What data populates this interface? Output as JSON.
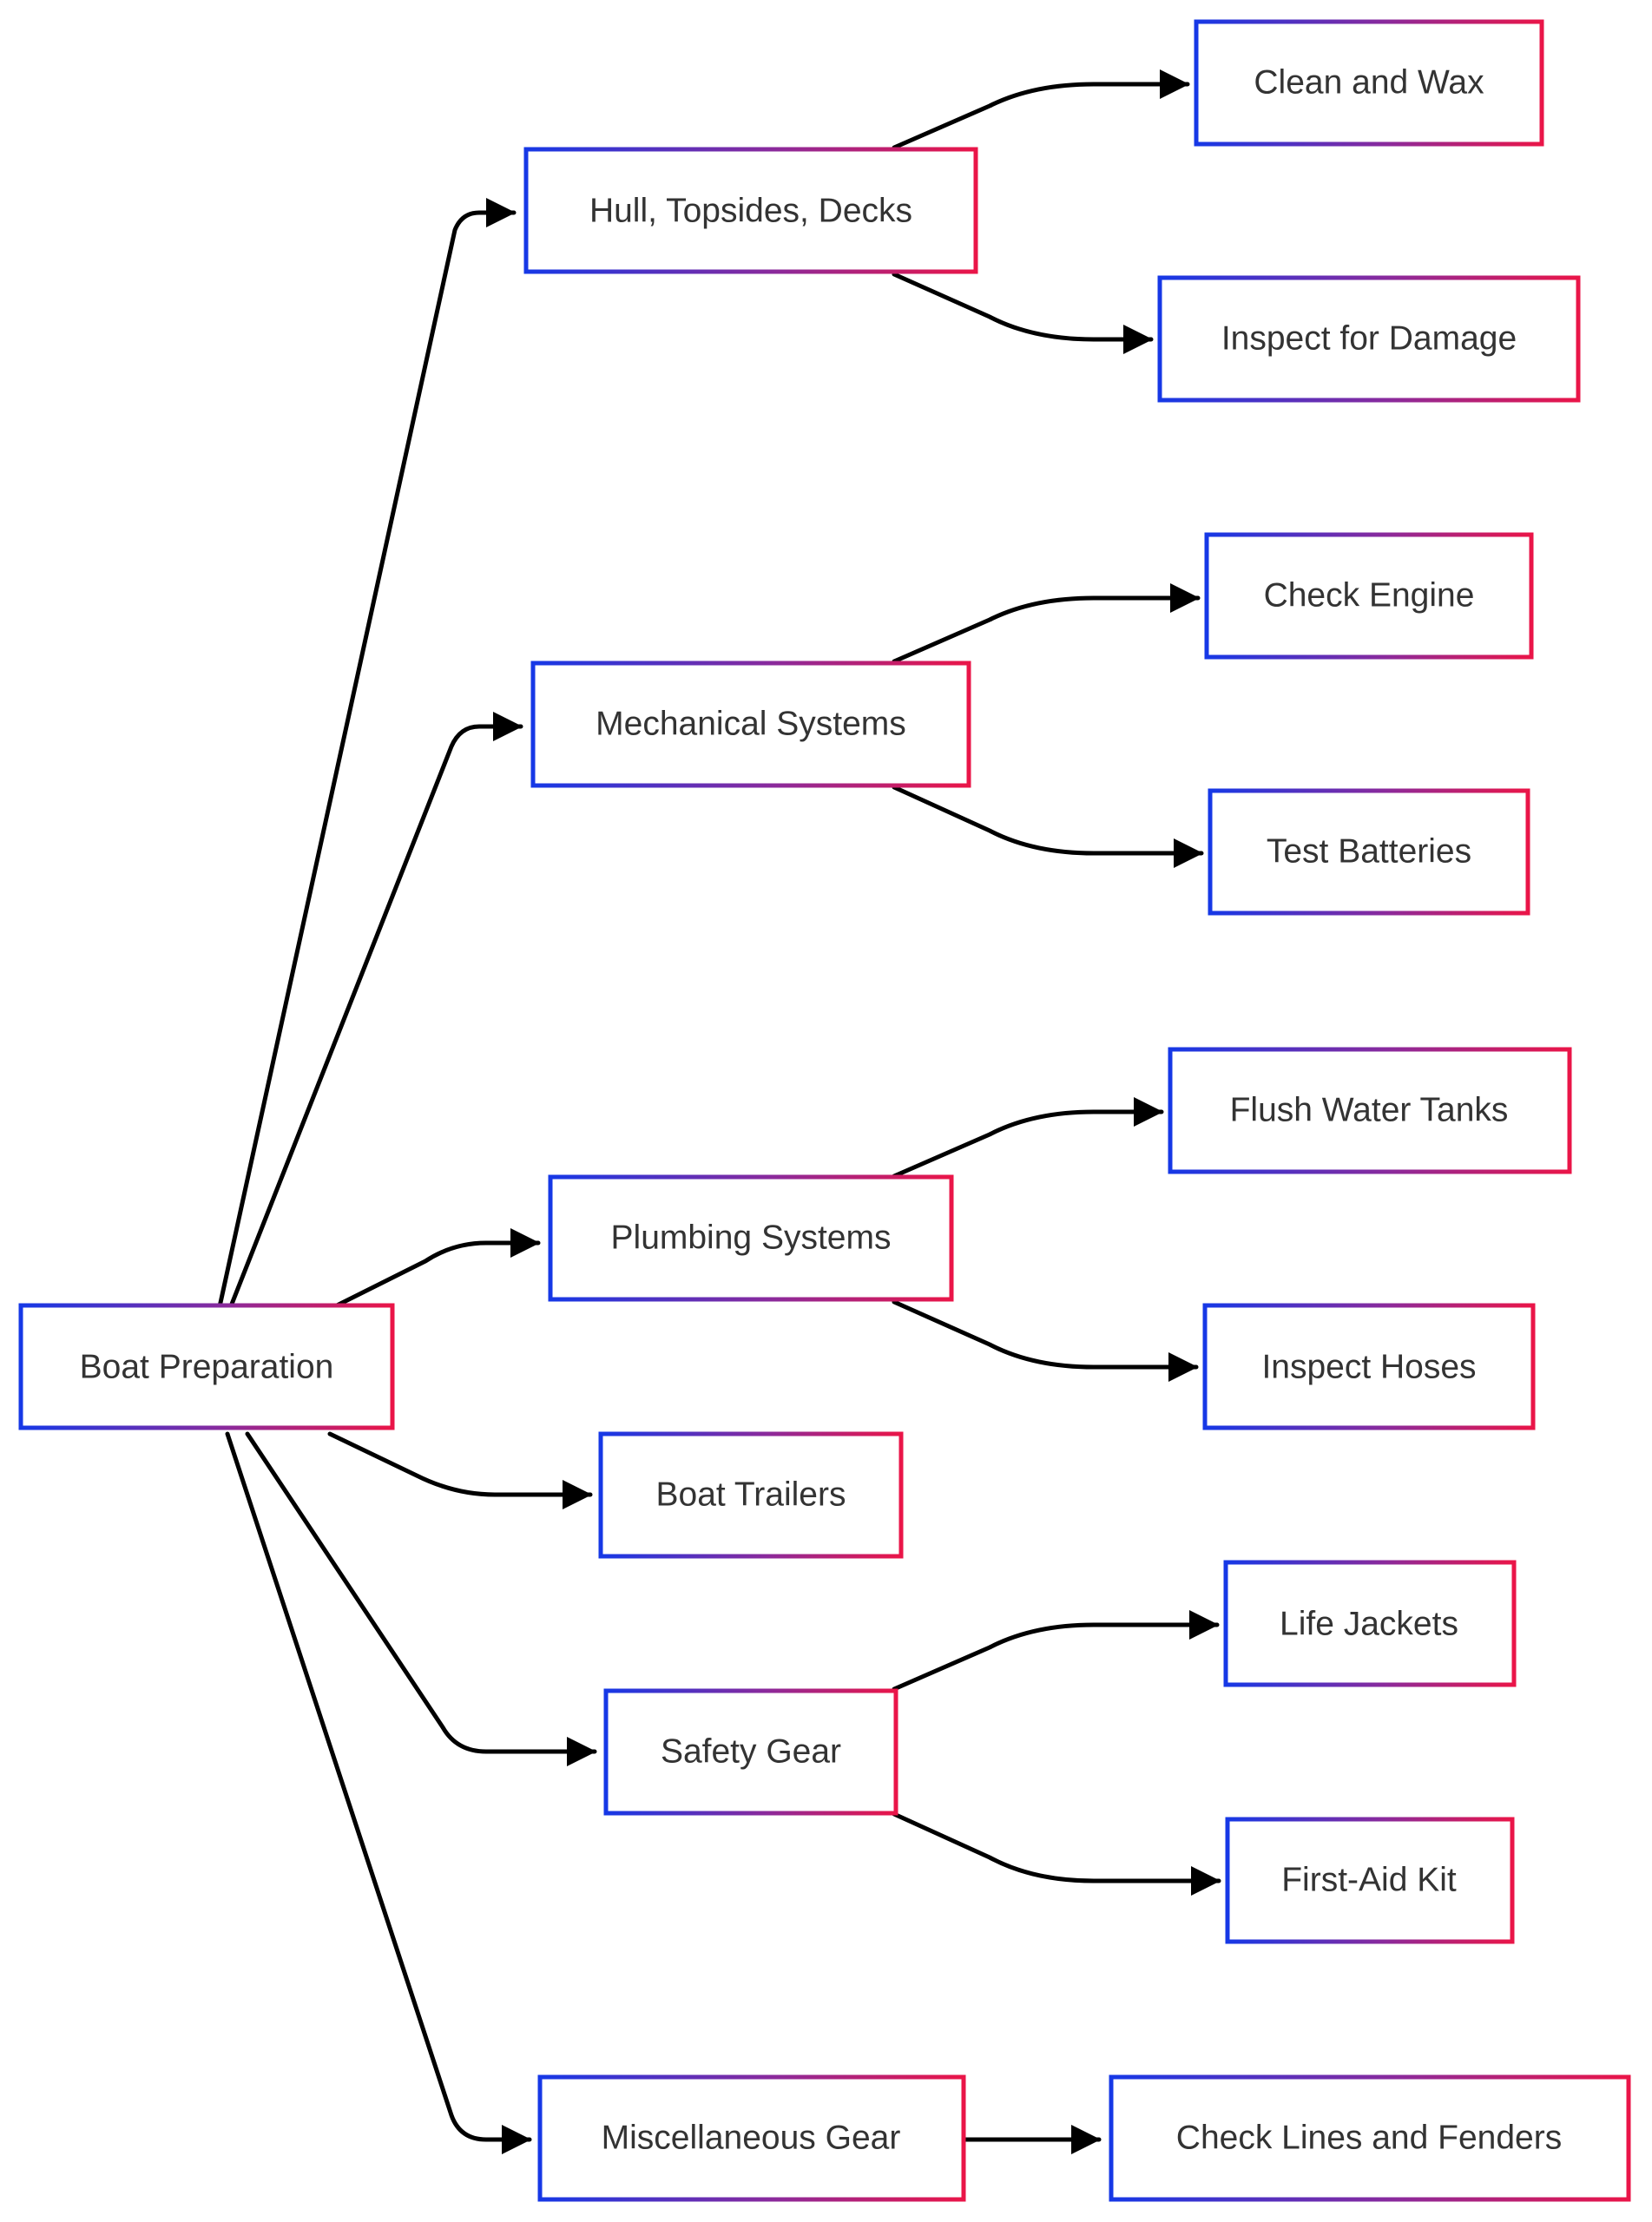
{
  "colors": {
    "border_start": "#1638e6",
    "border_mid": "#8a2a9c",
    "border_end": "#ea1548",
    "edge": "#000000",
    "text": "#333333",
    "background": "#ffffff"
  },
  "diagram": {
    "nodes": {
      "root": "Boat Preparation",
      "hull": "Hull, Topsides, Decks",
      "clean_wax": "Clean and Wax",
      "inspect_damage": "Inspect for Damage",
      "mechanical": "Mechanical Systems",
      "check_engine": "Check Engine",
      "test_batteries": "Test Batteries",
      "plumbing": "Plumbing Systems",
      "flush_tanks": "Flush Water Tanks",
      "inspect_hoses": "Inspect Hoses",
      "trailers": "Boat Trailers",
      "safety": "Safety Gear",
      "life_jackets": "Life Jackets",
      "first_aid": "First-Aid Kit",
      "misc": "Miscellaneous Gear",
      "lines_fenders": "Check Lines and Fenders"
    },
    "edges": [
      {
        "from": "root",
        "to": "hull"
      },
      {
        "from": "root",
        "to": "mechanical"
      },
      {
        "from": "root",
        "to": "plumbing"
      },
      {
        "from": "root",
        "to": "trailers"
      },
      {
        "from": "root",
        "to": "safety"
      },
      {
        "from": "root",
        "to": "misc"
      },
      {
        "from": "hull",
        "to": "clean_wax"
      },
      {
        "from": "hull",
        "to": "inspect_damage"
      },
      {
        "from": "mechanical",
        "to": "check_engine"
      },
      {
        "from": "mechanical",
        "to": "test_batteries"
      },
      {
        "from": "plumbing",
        "to": "flush_tanks"
      },
      {
        "from": "plumbing",
        "to": "inspect_hoses"
      },
      {
        "from": "safety",
        "to": "life_jackets"
      },
      {
        "from": "safety",
        "to": "first_aid"
      },
      {
        "from": "misc",
        "to": "lines_fenders"
      }
    ]
  }
}
